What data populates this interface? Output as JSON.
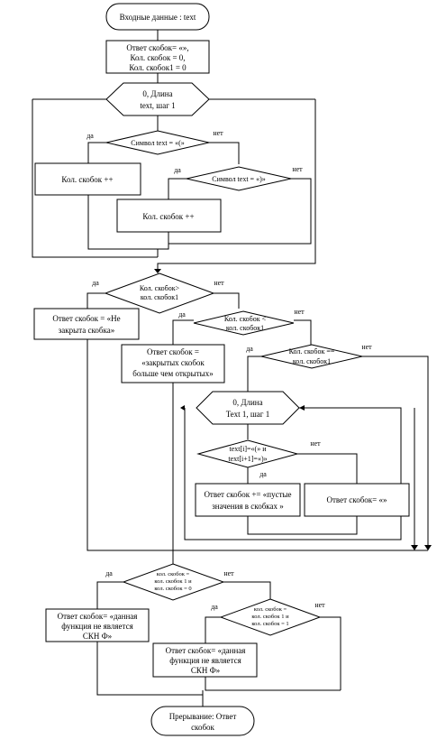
{
  "colors": {
    "stroke": "#000000",
    "fill": "#ffffff",
    "background": "#ffffff"
  },
  "start": {
    "label": "Входные данные : text"
  },
  "init": {
    "line1": "Ответ скобок= «»,",
    "line2": "Кол. скобок = 0,",
    "line3": "Кол. скобок1 = 0"
  },
  "loop1": {
    "line1": "0, Длина",
    "line2": "text, шаг 1"
  },
  "dec1": {
    "label": "Символ text = «(»",
    "yes": "да",
    "no": "нет"
  },
  "proc_inc": {
    "label": "Кол. скобок ++"
  },
  "dec2": {
    "label": "Символ text = «)»",
    "yes": "да",
    "no": "нет"
  },
  "proc_inc1": {
    "label": "Кол. скобок ++"
  },
  "dec3": {
    "line1": "Кол. скобок>",
    "line2": "кол. скобок1",
    "yes": "да",
    "no": "нет"
  },
  "proc_not_closed": {
    "line1": "Ответ скобок = «Не",
    "line2": "закрыта скобка»"
  },
  "dec4": {
    "line1": "Кол. скобок <",
    "line2": "кол. скобок1",
    "yes": "да",
    "no": "нет"
  },
  "proc_more_closed": {
    "line1": "Ответ скобок =",
    "line2": "«закрытых скобок",
    "line3": "больше чем открытых»"
  },
  "dec5": {
    "line1": "Кол. скобок ==",
    "line2": "кол. скобок1",
    "yes": "да",
    "no": "нет"
  },
  "loop2": {
    "line1": "0, Длина",
    "line2": "Text 1, шаг 1"
  },
  "dec6": {
    "line1": "text[i]=«(» и",
    "line2": "text[i+1]=«)»",
    "yes": "да",
    "no": "нет"
  },
  "proc_empty": {
    "line1": "Ответ скобок += «пустые",
    "line2": "значения в скобках »"
  },
  "proc_blank": {
    "label": "Ответ скобок= «»"
  },
  "dec7": {
    "line1": "кол. скобок =",
    "line2": "кол. скобок 1 и",
    "line3": "кол. скобок = 0",
    "yes": "да",
    "no": "нет"
  },
  "proc_not_func": {
    "line1": "Ответ скобок= «данная",
    "line2": "функция не является",
    "line3": "СКН Ф»"
  },
  "dec8": {
    "line1": "кол. скобок =",
    "line2": "кол. скобок 1 и",
    "line3": "кол. скобок = 1",
    "yes": "да",
    "no": "нет"
  },
  "proc_not_func2": {
    "line1": "Ответ скобок= «данная",
    "line2": "функция не является",
    "line3": "СКН Ф»"
  },
  "end": {
    "line1": "Прерывание: Ответ",
    "line2": "скобок"
  }
}
